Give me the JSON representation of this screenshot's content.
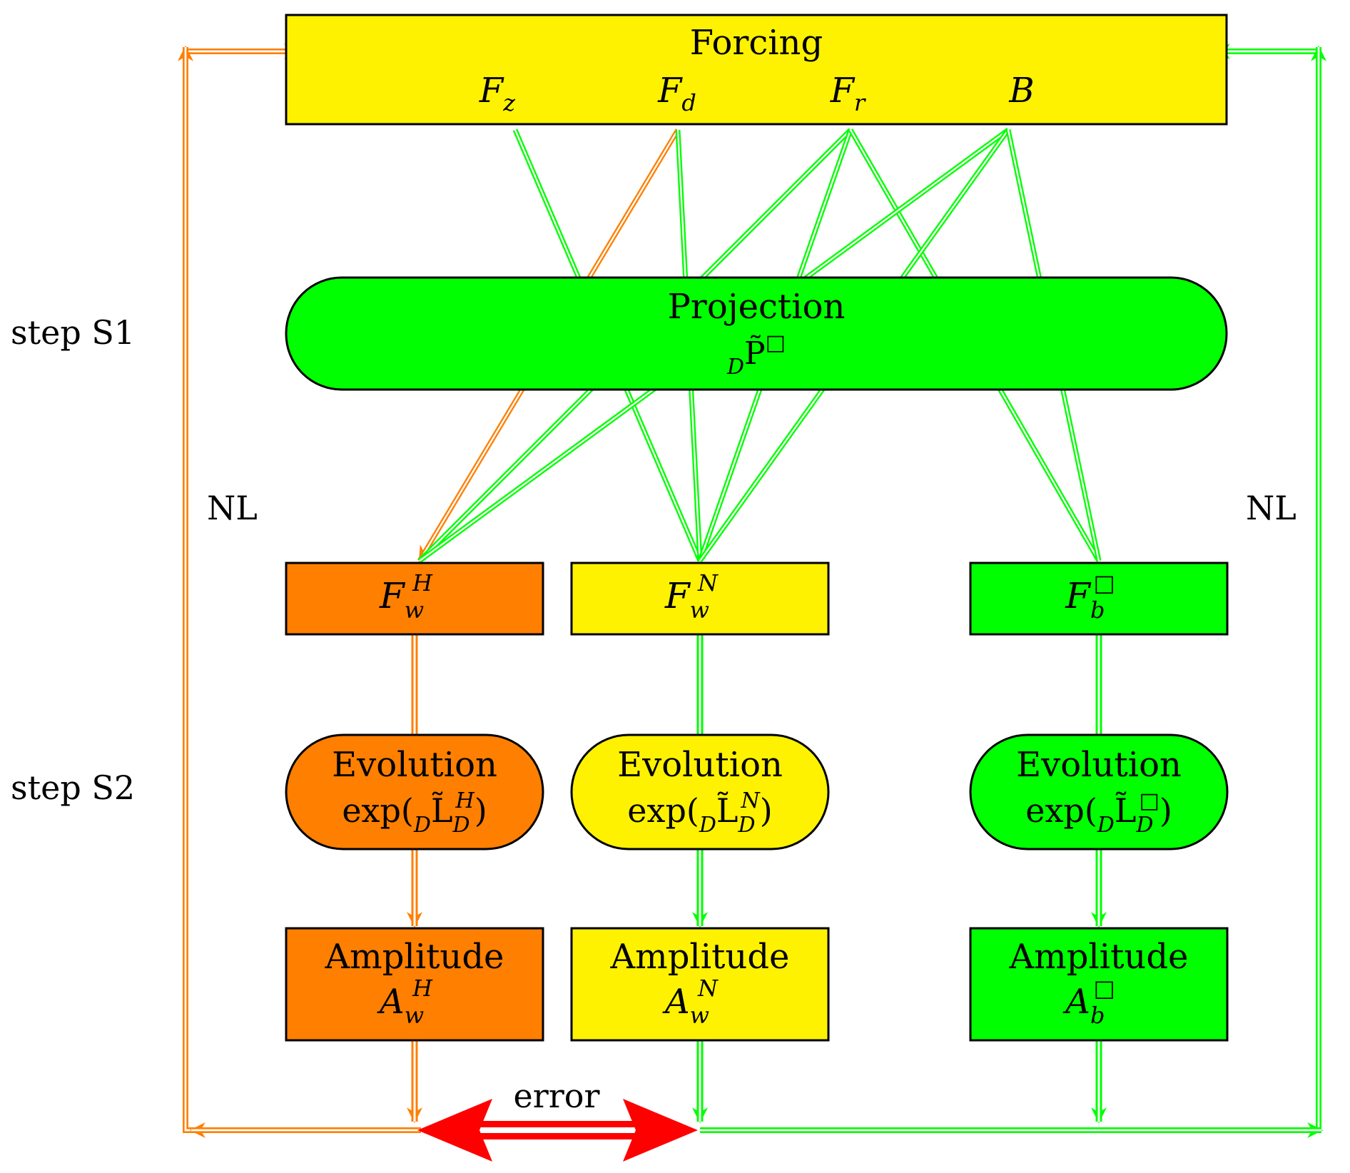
{
  "colors": {
    "orange": "#ff7f00",
    "yellow": "#fff200",
    "green": "#00ff00",
    "red": "#ff0000",
    "stroke": "#000000"
  },
  "forcing": {
    "title": "Forcing",
    "terms": [
      {
        "base": "F",
        "sub": "z",
        "sup": "",
        "color": "#ff0000"
      },
      {
        "base": "F",
        "sub": "d",
        "sup": "",
        "color": "#ff9f00"
      },
      {
        "base": "F",
        "sub": "r",
        "sup": "",
        "color": "#000000"
      },
      {
        "base": "B",
        "sub": "",
        "sup": "",
        "color": "#000000"
      }
    ]
  },
  "projection": {
    "title": "Projection",
    "operator": {
      "pre_sub": "D",
      "base": "P̃",
      "sup": "□"
    }
  },
  "side_labels": {
    "step1": "step S1",
    "step2": "step S2",
    "nl_left": "NL",
    "nl_right": "NL"
  },
  "columns": [
    {
      "key": "H",
      "fill": "#ff7f00",
      "forcing": {
        "base": "F",
        "sub": "w",
        "sup": "H"
      },
      "evolution": {
        "title": "Evolution",
        "fn": "exp(",
        "pre_sub": "D",
        "op": "L̃",
        "sub": "D",
        "sup": "H",
        "close": ")"
      },
      "amplitude": {
        "title": "Amplitude",
        "base": "A",
        "sub": "w",
        "sup": "H"
      }
    },
    {
      "key": "N",
      "fill": "#fff200",
      "forcing": {
        "base": "F",
        "sub": "w",
        "sup": "N"
      },
      "evolution": {
        "title": "Evolution",
        "fn": "exp(",
        "pre_sub": "D",
        "op": "L̃",
        "sub": "D",
        "sup": "N",
        "close": ")"
      },
      "amplitude": {
        "title": "Amplitude",
        "base": "A",
        "sub": "w",
        "sup": "N"
      }
    },
    {
      "key": "box",
      "fill": "#00ff00",
      "forcing": {
        "base": "F",
        "sub": "b",
        "sup": "□"
      },
      "evolution": {
        "title": "Evolution",
        "fn": "exp(",
        "pre_sub": "D",
        "op": "L̃",
        "sub": "D",
        "sup": "□",
        "close": ")"
      },
      "amplitude": {
        "title": "Amplitude",
        "base": "A",
        "sub": "b",
        "sup": "□"
      }
    }
  ],
  "error_label": "error"
}
